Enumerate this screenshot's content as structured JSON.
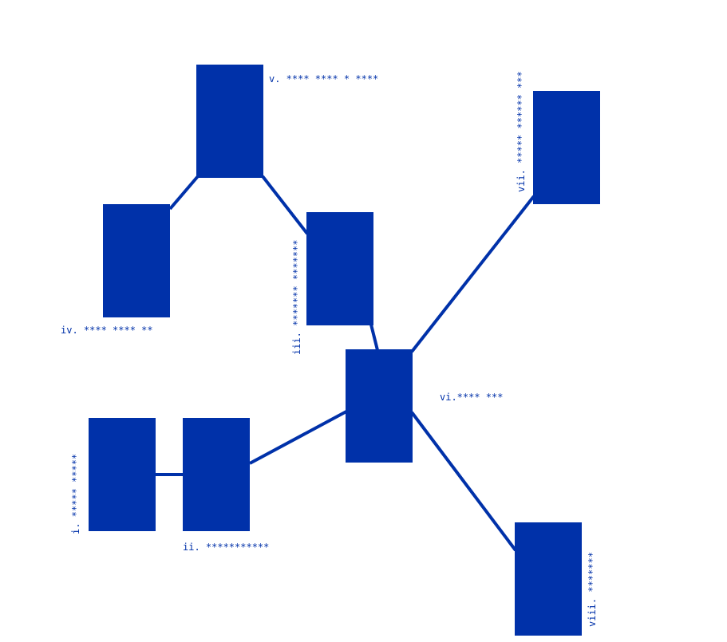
{
  "colors": {
    "node": "#0031a9",
    "background": "#ffffff"
  },
  "nodes": [
    {
      "id": "i",
      "label": "i. ***** *****"
    },
    {
      "id": "ii",
      "label": "ii. ***********"
    },
    {
      "id": "iii",
      "label": "iii. ******* *******"
    },
    {
      "id": "iv",
      "label": "iv. **** **** **"
    },
    {
      "id": "v",
      "label": "v. **** **** * ****"
    },
    {
      "id": "vi",
      "label": "vi.**** ***"
    },
    {
      "id": "vii",
      "label": "vii. ***** ****** ***"
    },
    {
      "id": "viii",
      "label": "viii. *******"
    }
  ],
  "edges": [
    {
      "from": "i",
      "to": "ii"
    },
    {
      "from": "ii",
      "to": "vi"
    },
    {
      "from": "iii",
      "to": "vi"
    },
    {
      "from": "iv",
      "to": "v"
    },
    {
      "from": "v",
      "to": "iii"
    },
    {
      "from": "vi",
      "to": "vii"
    },
    {
      "from": "vi",
      "to": "viii"
    }
  ]
}
